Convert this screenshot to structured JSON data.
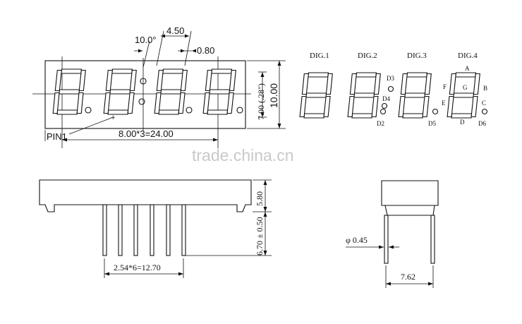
{
  "front_view": {
    "angle_label": "10.0°",
    "width_label": "4.50",
    "gap_label": "0.80",
    "pitch_label": "8.00*3=24.00",
    "pin1_label": "PIN1",
    "plus_label": "+",
    "digit_height_label": "7.00 (.28\")",
    "height_label": "10.00"
  },
  "digit_labels": [
    "DIG.1",
    "DIG.2",
    "DIG.3",
    "DIG.4"
  ],
  "segment_labels": {
    "a": "A",
    "b": "B",
    "c": "C",
    "d": "D",
    "e": "E",
    "f": "F",
    "g": "G",
    "dp": "D6",
    "d2": "D2",
    "d3": "D3",
    "d4": "D4",
    "d5": "D5"
  },
  "side_view": {
    "body_height_label": "5.80",
    "pin_length_label": "6.70 ± 0.50",
    "pin_pitch_label": "2.54*6=12.70"
  },
  "end_view": {
    "pin_diameter_label": "φ 0.45",
    "row_spacing_label": "7.62"
  },
  "watermark": "trade.china.cn"
}
